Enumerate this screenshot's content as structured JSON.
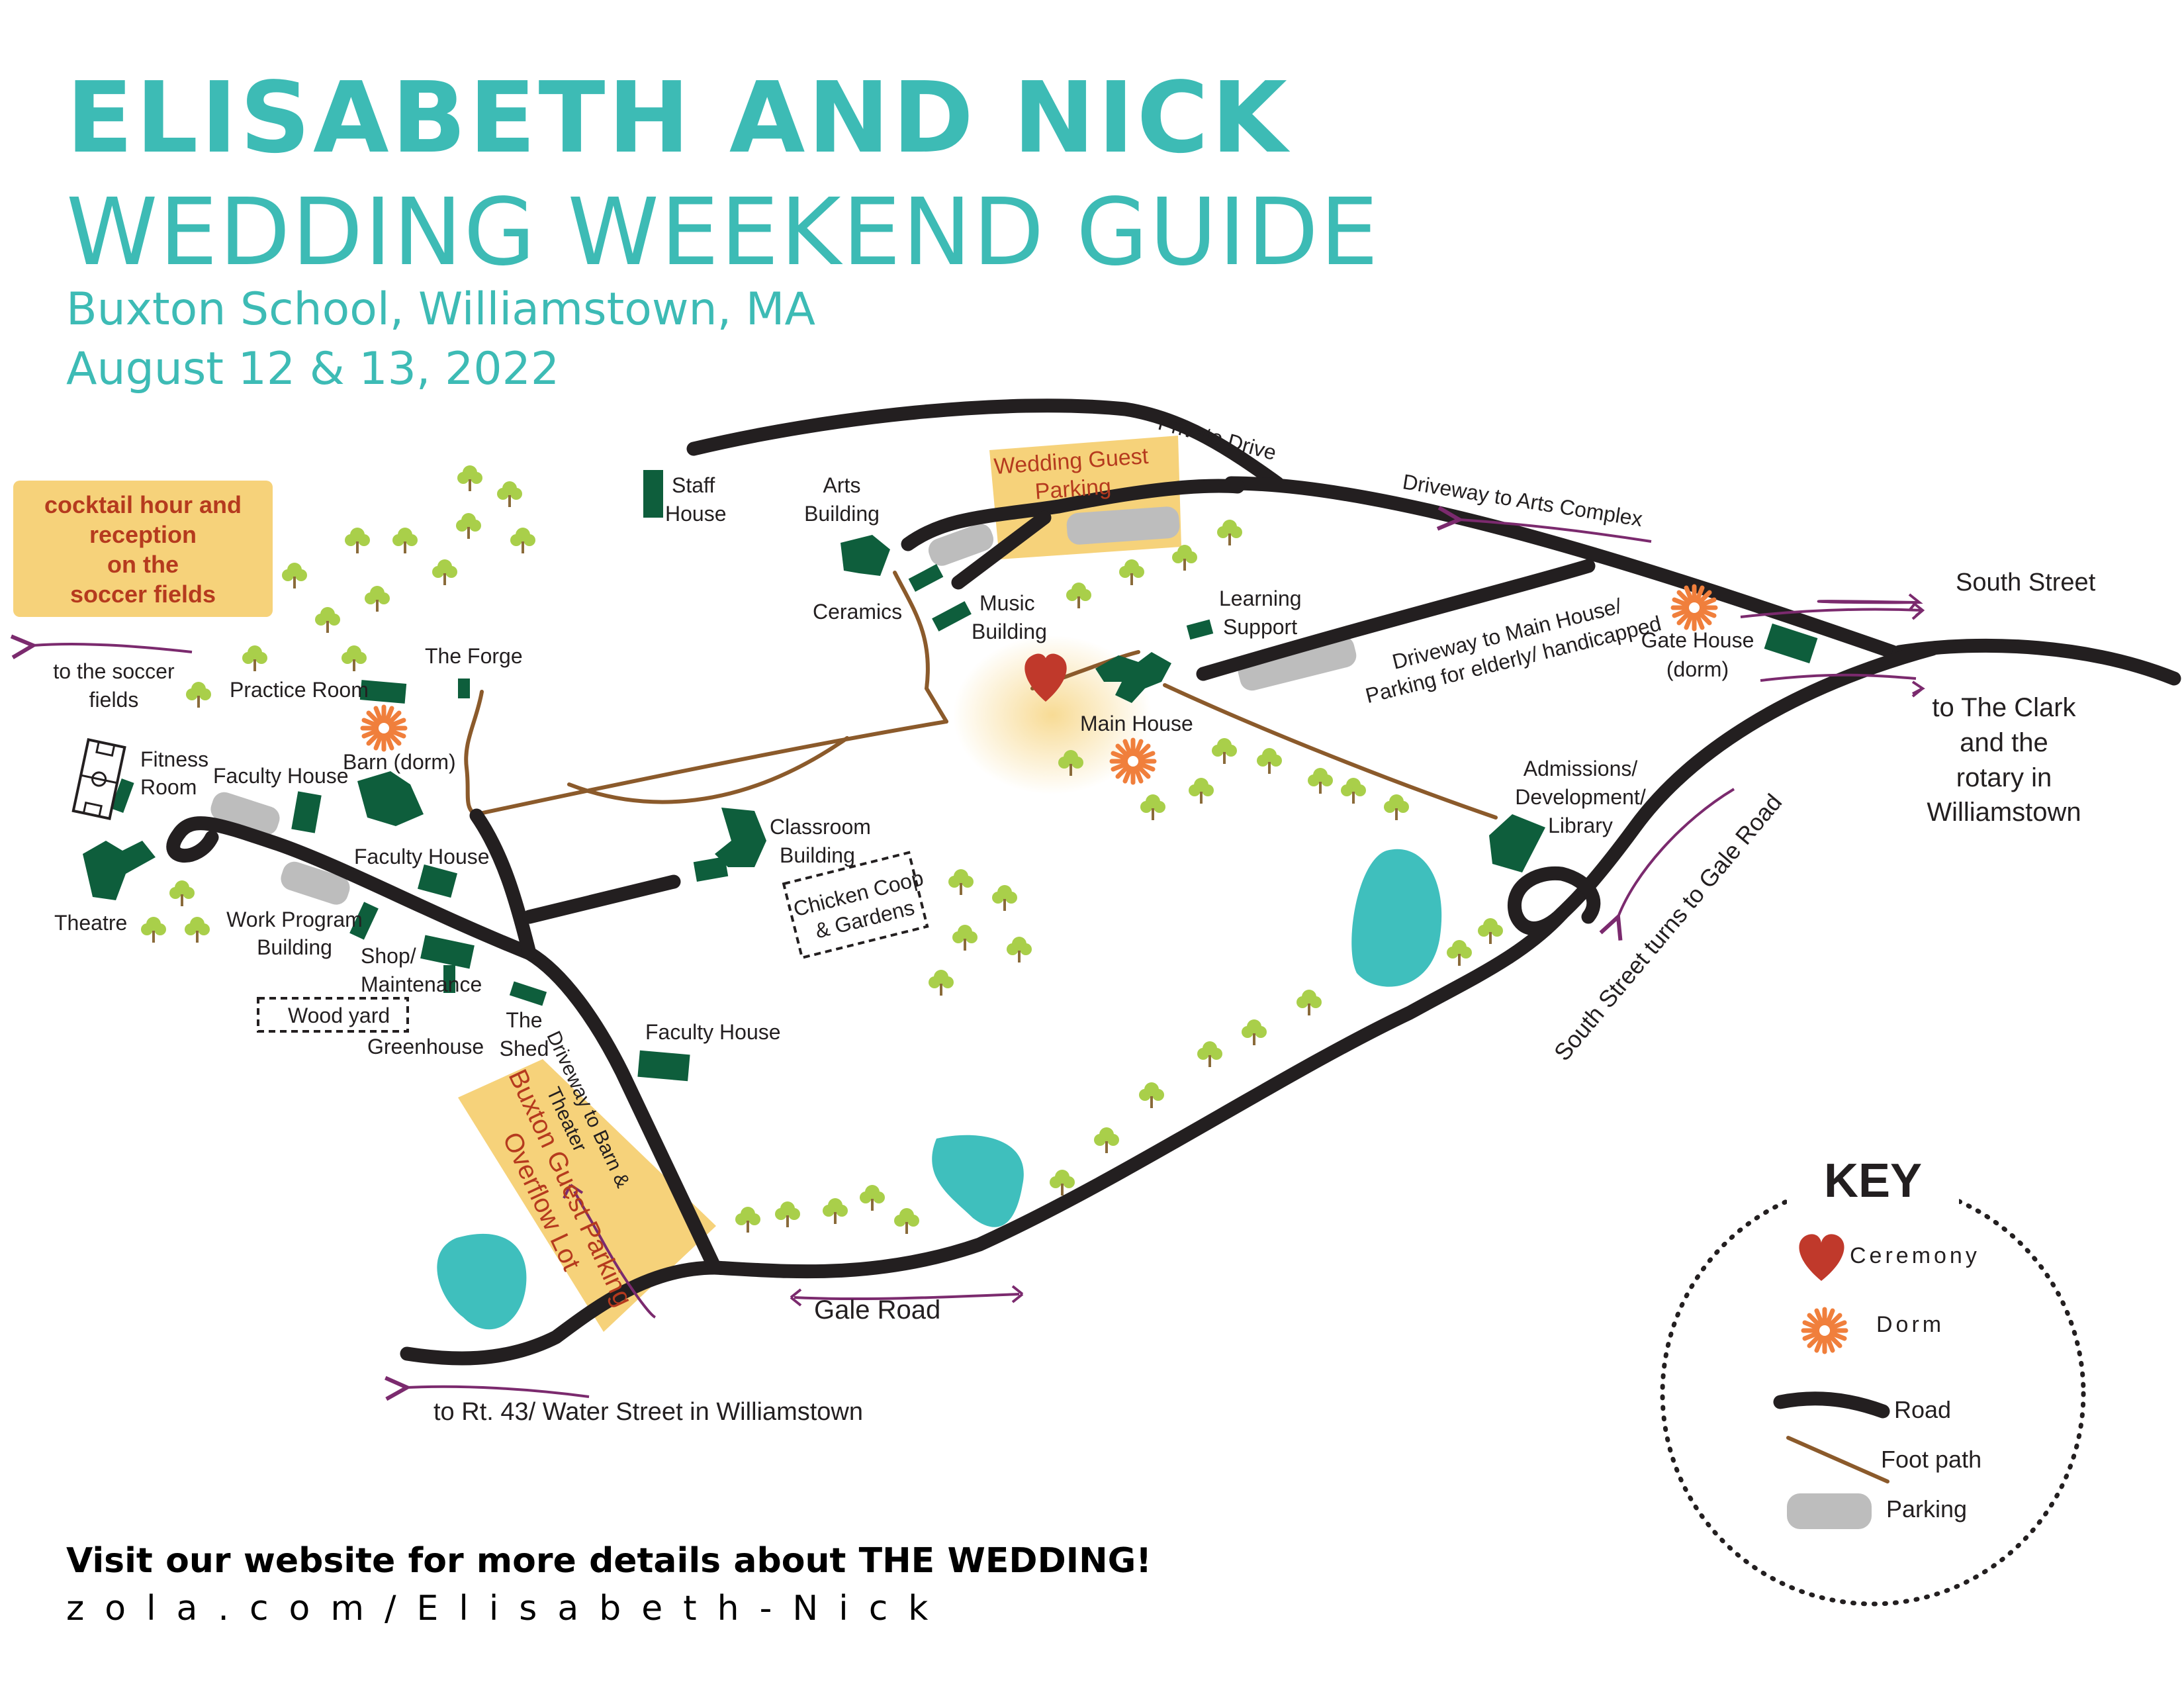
{
  "header": {
    "title": "ELISABETH AND NICK",
    "subtitle": "WEDDING WEEKEND GUIDE",
    "location": "Buxton School, Williamstown, MA",
    "dates": "August 12 & 13, 2022"
  },
  "colors": {
    "accent": "#3dbbb5",
    "road": "#231f20",
    "foot_path": "#8b5a2b",
    "building": "#0e5e3c",
    "parking": "#bdbdbd",
    "highlight_box": "#f6d27a",
    "direction_arrow": "#7b2a6e",
    "heart": "#c0392b",
    "dorm": "#f07f3c",
    "pond": "#3fbfbd"
  },
  "callouts": {
    "reception": [
      "cocktail hour and",
      "reception",
      "on the",
      "soccer fields"
    ],
    "guest_parking": [
      "Wedding Guest",
      "Parking"
    ],
    "overflow_parking": [
      "Buxton Guest Parking",
      "Overflow Lot"
    ]
  },
  "roads": {
    "private_drive": "Private Drive",
    "arts_complex": "Driveway to Arts Complex",
    "main_house_drive": [
      "Driveway to Main House/",
      "Parking for elderly/ handicapped"
    ],
    "south_street": "South Street",
    "to_clark": [
      "to The Clark",
      "and the",
      "rotary in",
      "Williamstown"
    ],
    "gale_turn": "South Street turns to Gale Road",
    "gale_road": "Gale Road",
    "rt43": "to Rt. 43/ Water Street in Williamstown",
    "barn_drive": [
      "Driveway to Barn &",
      "Theater"
    ],
    "soccer": [
      "to the soccer",
      "fields"
    ]
  },
  "buildings": {
    "staff_house": [
      "Staff",
      "House"
    ],
    "arts_building": [
      "Arts",
      "Building"
    ],
    "ceramics": "Ceramics",
    "music_building": [
      "Music",
      "Building"
    ],
    "learning_support": [
      "Learning",
      "Support"
    ],
    "gate_house": [
      "Gate House",
      "(dorm)"
    ],
    "main_house": "Main House",
    "admissions": [
      "Admissions/",
      "Development/",
      "Library"
    ],
    "classroom": [
      "Classroom",
      "Building"
    ],
    "chicken_coop": [
      "Chicken Coop",
      "& Gardens"
    ],
    "the_forge": "The Forge",
    "practice_room": "Practice Room",
    "barn": "Barn (dorm)",
    "fitness_room": [
      "Fitness",
      "Room"
    ],
    "faculty_house_1": "Faculty House",
    "faculty_house_2": "Faculty House",
    "faculty_house_3": "Faculty House",
    "theatre": "Theatre",
    "work_program": [
      "Work Program",
      "Building"
    ],
    "shop": [
      "Shop/",
      "Maintenance"
    ],
    "wood_yard": "Wood yard",
    "greenhouse": "Greenhouse",
    "the_shed": [
      "The",
      "Shed"
    ]
  },
  "key": {
    "title": "KEY",
    "ceremony": "Ceremony",
    "dorm": "Dorm",
    "road": "Road",
    "foot_path": "Foot path",
    "parking": "Parking"
  },
  "footer": {
    "line1": "Visit our website for more details about THE WEDDING!",
    "line2": "zola.com/Elisabeth-Nick"
  }
}
